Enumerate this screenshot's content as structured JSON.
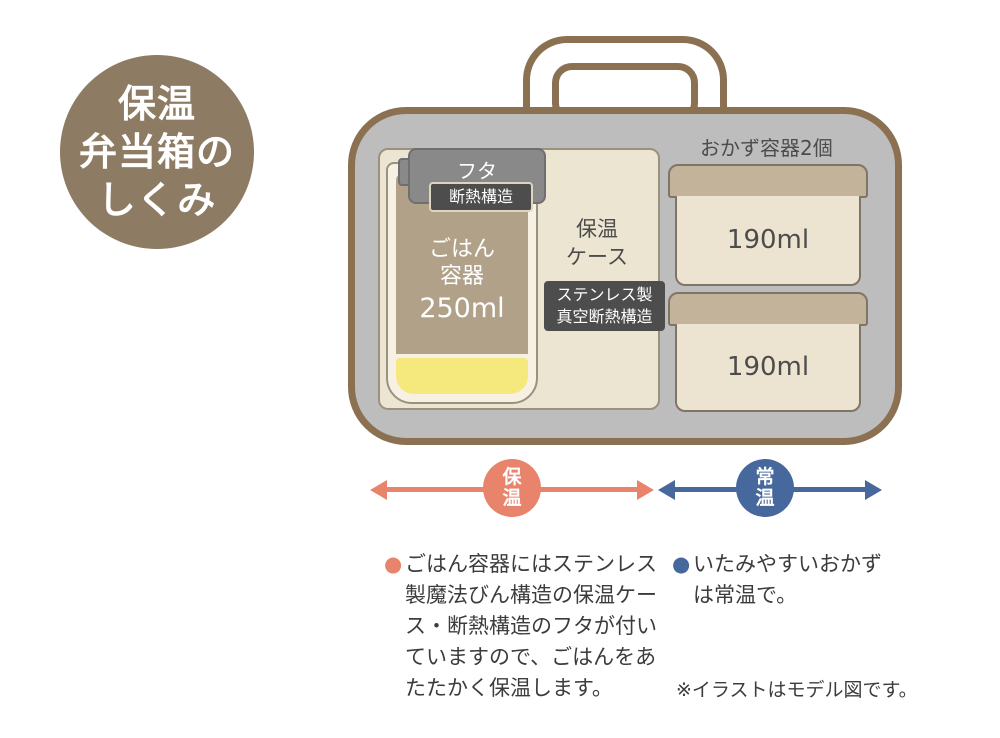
{
  "badge": {
    "lines": [
      "保温",
      "弁当箱の",
      "しくみ"
    ],
    "color": "#8d7b63"
  },
  "lunchbox": {
    "lid": {
      "label": "フタ",
      "badge": "断熱構造"
    },
    "rice_container": {
      "name_lines": [
        "ごはん",
        "容器"
      ],
      "volume": "250ml"
    },
    "thermal_case": {
      "name_lines": [
        "保温",
        "ケース"
      ],
      "badge_lines": [
        "ステンレス製",
        "真空断熱構造"
      ]
    },
    "side_containers": {
      "label": "おかず容器2個",
      "volumes": [
        "190ml",
        "190ml"
      ]
    }
  },
  "arrows": {
    "warm": {
      "label_lines": [
        "保",
        "温"
      ],
      "color": "#e8846c"
    },
    "room": {
      "label_lines": [
        "常",
        "温"
      ],
      "color": "#47689d"
    }
  },
  "notes": {
    "warm": {
      "bullet": "●",
      "lines": [
        "ごはん容器にはステンレス",
        "製魔法びん構造の保温ケー",
        "ス・断熱構造のフタが付い",
        "ていますので、ごはんをあ",
        "たたかく保温します。"
      ]
    },
    "room": {
      "bullet": "●",
      "lines": [
        "いたみやすいおかず",
        "は常温で。"
      ]
    },
    "disclaimer": "※イラストはモデル図です。"
  }
}
